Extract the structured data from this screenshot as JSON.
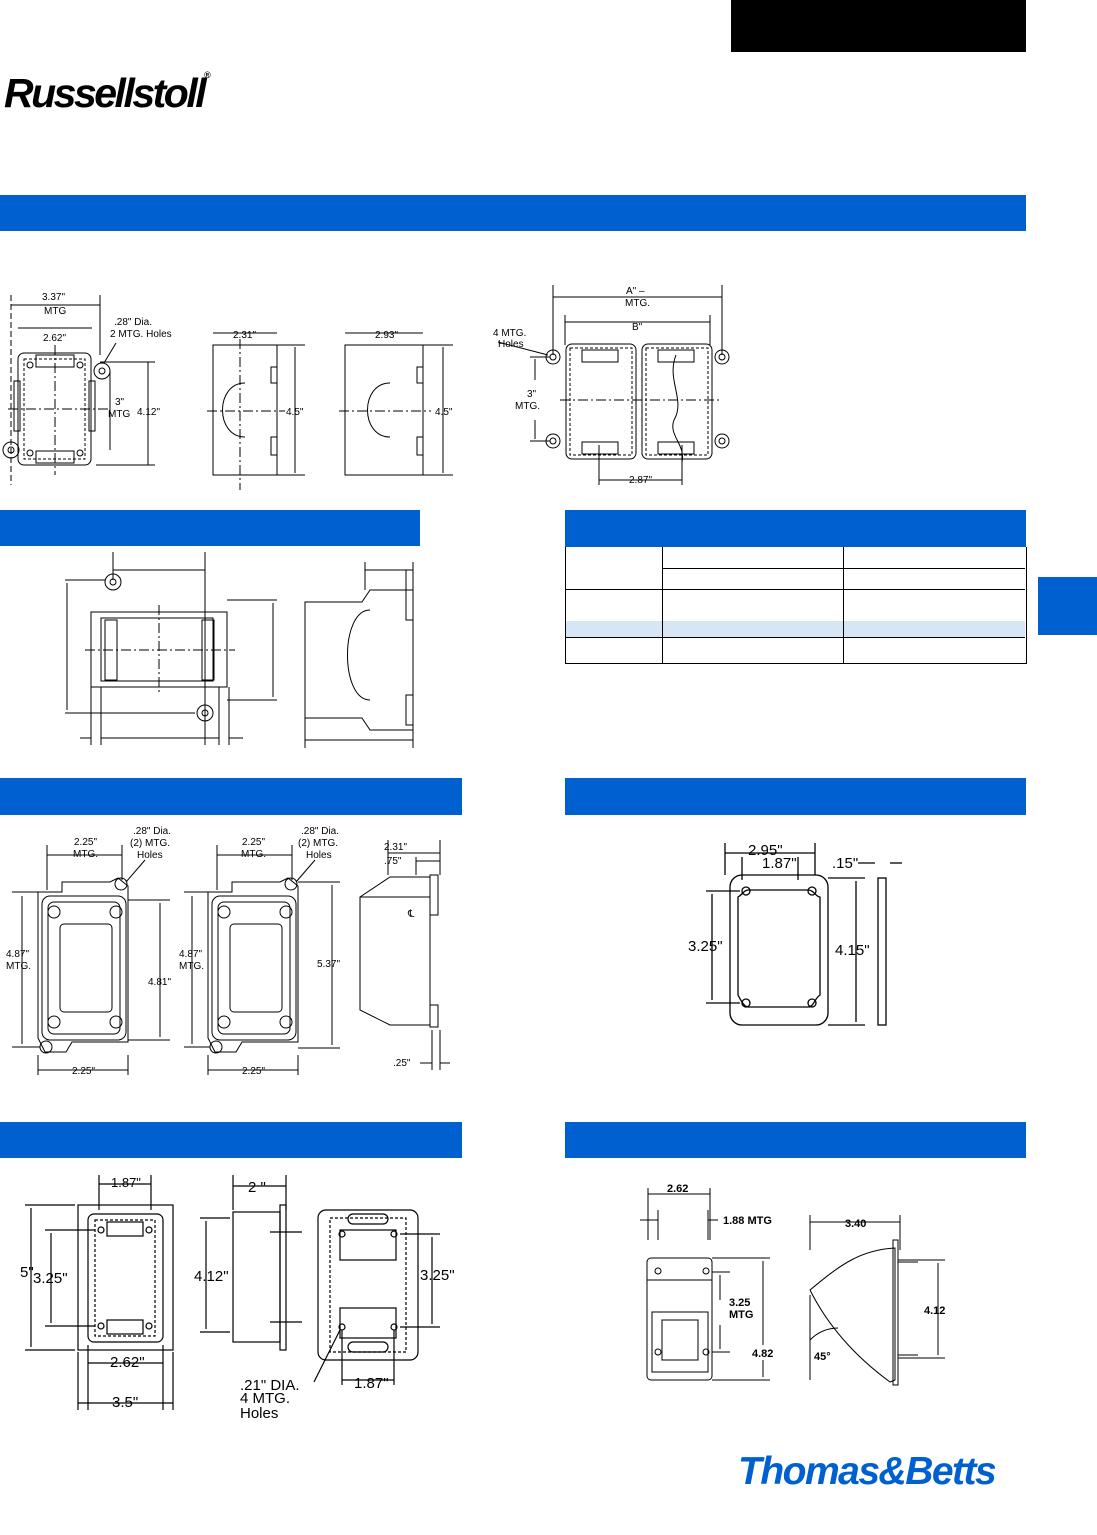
{
  "brand": {
    "logo": "Russellstoll",
    "reg_mark": "®",
    "footer_logo": "Thomas&Betts"
  },
  "colors": {
    "header_bar": "#0060d0",
    "tab_block": "#000000",
    "table_highlight": "#d6e6f6"
  },
  "section1": {
    "single_box": {
      "mtg_width": "3.37\"",
      "mtg_width_unit": "MTG",
      "width": "2.62\"",
      "holes_line1": ".28\" Dia.",
      "holes_line2": "2 MTG. Holes",
      "mtg_spacing": "3\"",
      "mtg_spacing_unit": "MTG",
      "height": "4.12\""
    },
    "side_a": {
      "width": "2.31\"",
      "height": "4.5\""
    },
    "side_b": {
      "width": "2.93\"",
      "height": "4.5\""
    },
    "double_box": {
      "dim_a": "A\" –",
      "dim_a_unit": "MTG.",
      "dim_b": "B\"",
      "holes_line1": "4 MTG.",
      "holes_line2": "Holes",
      "mtg_spacing": "3\"",
      "mtg_spacing_unit": "MTG.",
      "gang_spacing": "2.87\""
    }
  },
  "section3": {
    "box1": {
      "mtg_w": "2.25\"",
      "mtg_w_unit": "MTG.",
      "holes_1": ".28\" Dia.",
      "holes_2": "(2) MTG.",
      "holes_3": "Holes",
      "mtg_h": "4.87\"",
      "mtg_h_unit": "MTG.",
      "height": "4.81\"",
      "width": "2.25\""
    },
    "box2": {
      "mtg_w": "2.25\"",
      "mtg_w_unit": "MTG.",
      "holes_1": ".28\" Dia.",
      "holes_2": "(2) MTG.",
      "holes_3": "Holes",
      "mtg_h": "4.87\"",
      "mtg_h_unit": "MTG.",
      "height": "5.37\"",
      "width": "2.25\""
    },
    "side": {
      "depth": "2.31\"",
      "offset": ".75\"",
      "centerline": "℄",
      "flange": ".25\""
    }
  },
  "section4": {
    "width": "2.95\"",
    "inner": "1.87\"",
    "thickness": ".15\"",
    "mtg_h": "3.25\"",
    "height": "4.15\""
  },
  "section5": {
    "front": {
      "inner_w": "1.87\"",
      "height": "5\"",
      "mtg_h": "3.25\"",
      "width_a": "2.62\"",
      "width_b": "3.5\""
    },
    "side": {
      "depth": "2 \"",
      "height": "4.12\""
    },
    "back": {
      "mtg_h": "3.25\"",
      "holes_1": ".21\" DIA.",
      "holes_2": "4 MTG.",
      "holes_3": "Holes",
      "inner_w": "1.87\""
    }
  },
  "section6": {
    "front": {
      "width": "2.62",
      "mtg": "1.88 MTG",
      "mtg_h": "3.25",
      "mtg_h_unit": "MTG",
      "height": "4.82"
    },
    "side": {
      "depth": "3.40",
      "height": "4.12",
      "angle": "45°"
    }
  }
}
